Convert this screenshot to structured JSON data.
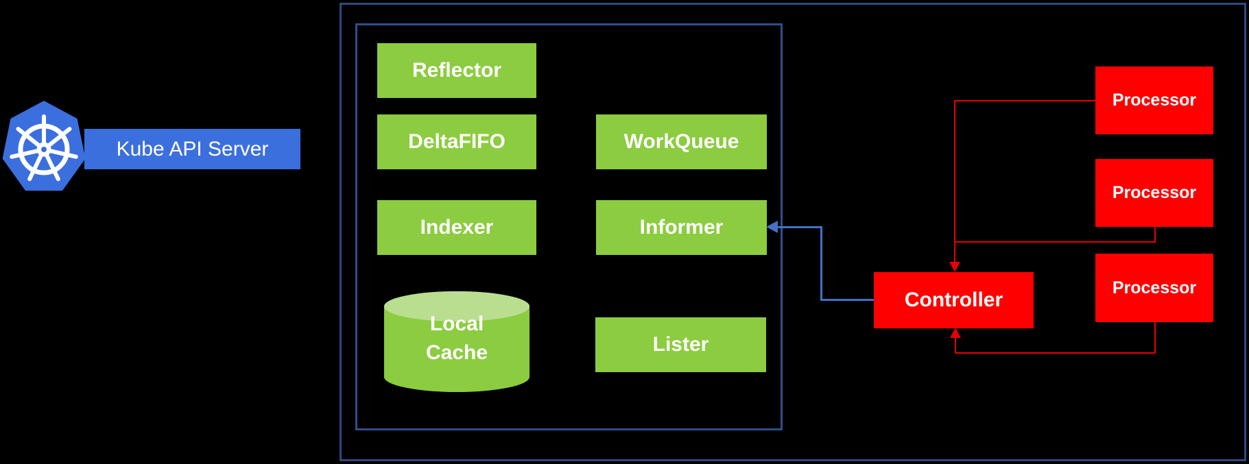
{
  "api_server": {
    "label": "Kube API Server",
    "icon": "kubernetes-helm-wheel"
  },
  "client_go": {
    "reflector": "Reflector",
    "delta_fifo": "DeltaFIFO",
    "indexer": "Indexer",
    "work_queue": "WorkQueue",
    "informer": "Informer",
    "lister": "Lister",
    "local_cache_line1": "Local",
    "local_cache_line2": "Cache"
  },
  "controller": {
    "label": "Controller"
  },
  "processors": [
    {
      "label": "Processor"
    },
    {
      "label": "Processor"
    },
    {
      "label": "Processor"
    }
  ],
  "colors": {
    "background": "#000000",
    "component_green": "#8ccc40",
    "cache_top_green": "#bade90",
    "processor_red": "#fe0000",
    "red_connector": "#e60000",
    "blue_connector": "#4472c4",
    "kube_blue": "#3c6fde",
    "outer_frame_border": "#2b4a7e",
    "inner_frame_border": "#2e4f8c",
    "text": "#ffffff"
  }
}
